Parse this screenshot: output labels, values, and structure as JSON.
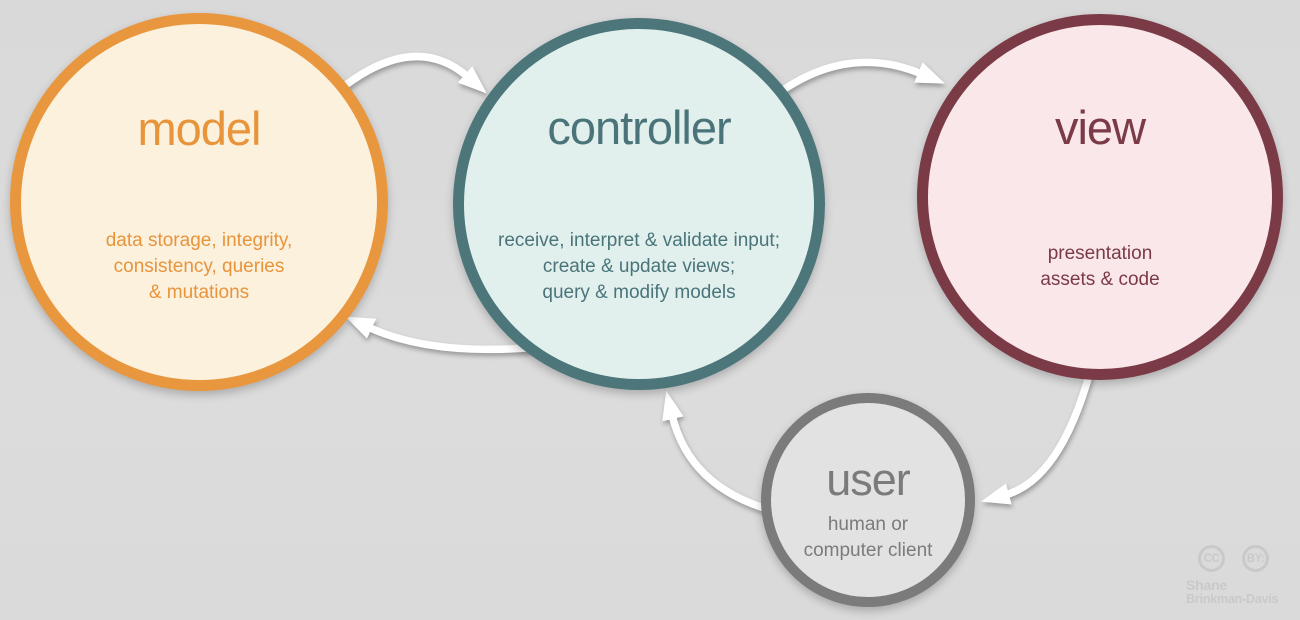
{
  "background_color": "#dadada",
  "arrow_color": "#ffffff",
  "nodes": {
    "model": {
      "title": "model",
      "desc": [
        "data storage, integrity,",
        "consistency, queries",
        "& mutations"
      ],
      "border_color": "#E9973E",
      "fill_color": "#FBF1DD",
      "text_color": "#E8943B"
    },
    "controller": {
      "title": "controller",
      "desc": [
        "receive, interpret & validate input;",
        "create & update views;",
        "query & modify models"
      ],
      "border_color": "#4D767B",
      "fill_color": "#E1F0ED",
      "text_color": "#4A747A"
    },
    "view": {
      "title": "view",
      "desc": [
        "presentation",
        "assets & code"
      ],
      "border_color": "#7A3A46",
      "fill_color": "#FAE7EA",
      "text_color": "#7A3A46"
    },
    "user": {
      "title": "user",
      "desc": [
        "human or",
        "computer client"
      ],
      "border_color": "#7B7B7B",
      "fill_color": "#E2E2E2",
      "text_color": "#7B7B7B"
    }
  },
  "edges": [
    {
      "from": "model",
      "to": "controller"
    },
    {
      "from": "controller",
      "to": "view"
    },
    {
      "from": "controller",
      "to": "model"
    },
    {
      "from": "view",
      "to": "user"
    },
    {
      "from": "user",
      "to": "controller"
    }
  ],
  "attribution": {
    "cc_label": "CC",
    "by_label": "BY:",
    "author_line1": "Shane",
    "author_line2": "Brinkman-Davis",
    "color": "#c9c9c9"
  }
}
